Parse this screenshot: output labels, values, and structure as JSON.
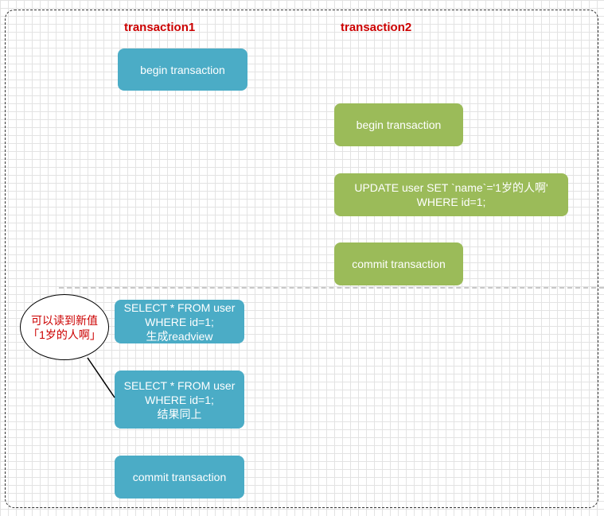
{
  "columns": {
    "t1_title": "transaction1",
    "t2_title": "transaction2"
  },
  "t1": {
    "begin": "begin transaction",
    "select1": "SELECT * FROM user\nWHERE id=1;\n生成readview",
    "select2": "SELECT * FROM user\nWHERE id=1;\n结果同上",
    "commit": "commit transaction"
  },
  "t2": {
    "begin": "begin transaction",
    "update": "UPDATE user SET `name`='1岁的人啊'\nWHERE id=1;",
    "commit": "commit transaction"
  },
  "callout": {
    "text": "可以读到新值\n「1岁的人啊」"
  },
  "colors": {
    "transaction1_box": "#4bacc6",
    "transaction2_box": "#9bbb59",
    "title": "#cc0000"
  }
}
